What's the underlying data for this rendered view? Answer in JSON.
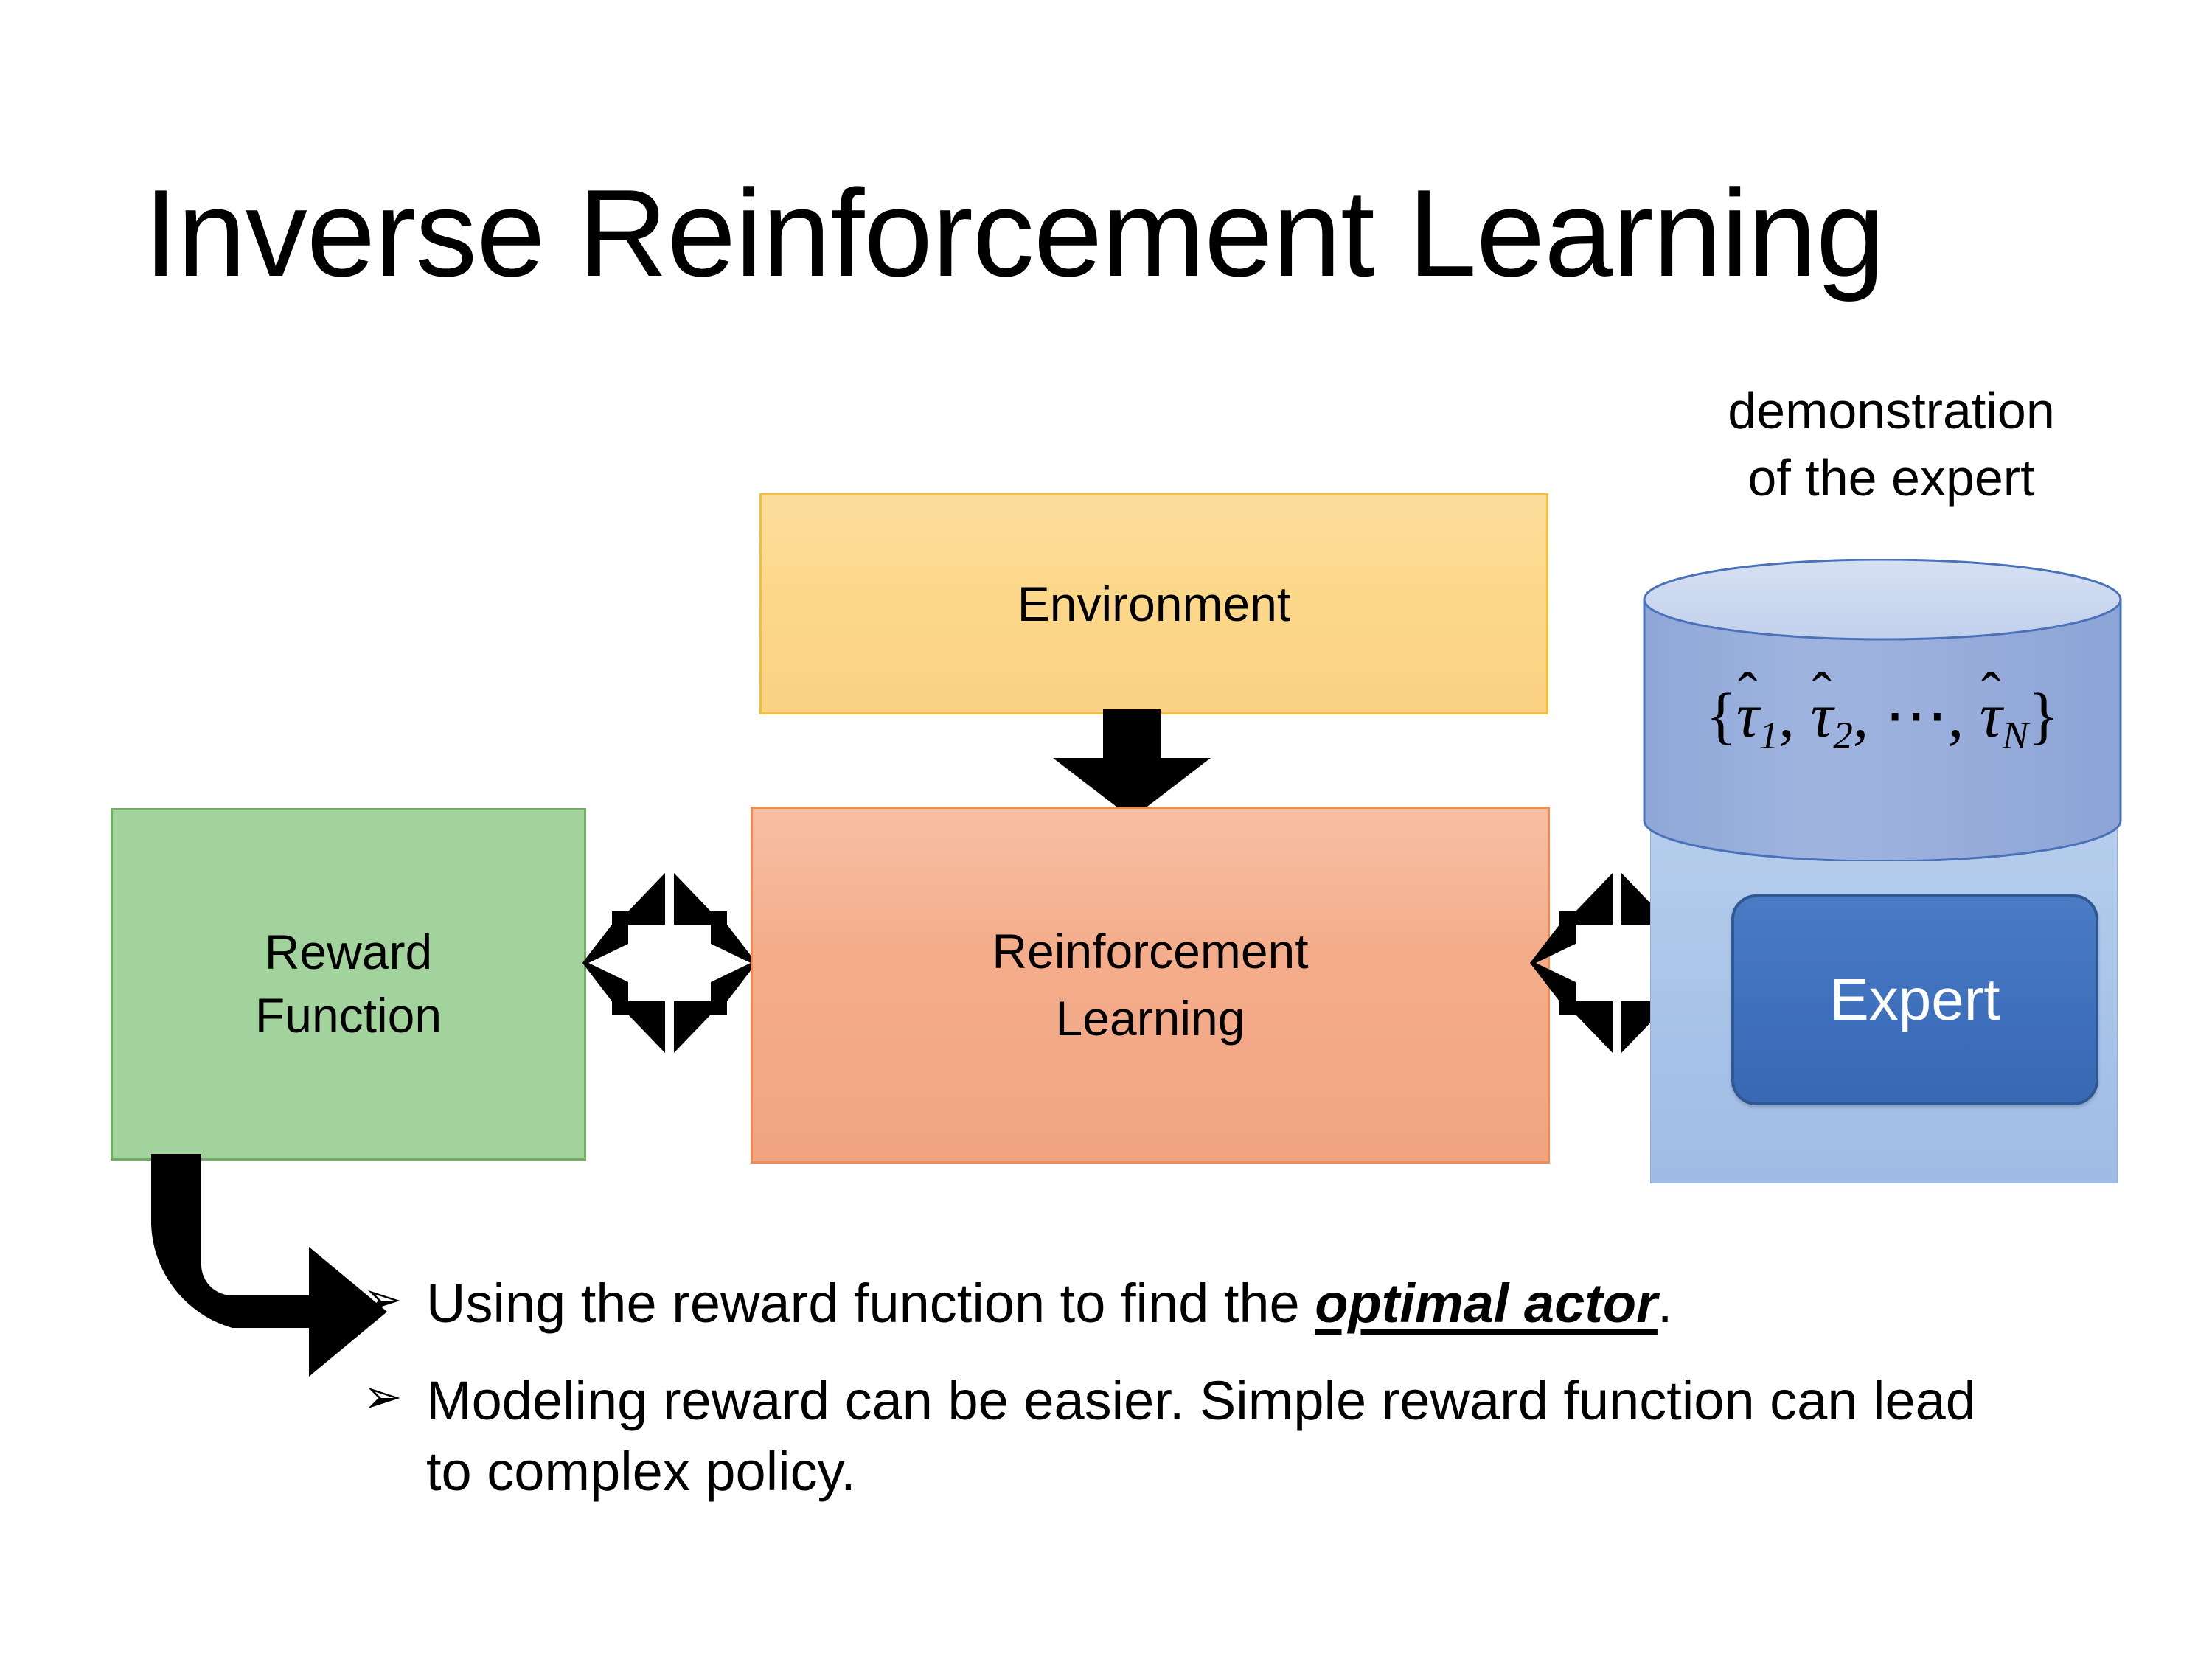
{
  "slide": {
    "title": "Inverse Reinforcement Learning",
    "background_color": "#FFFFFF"
  },
  "diagram": {
    "environment_box": {
      "label": "Environment",
      "fill": "#FCD88B",
      "border": "#F2C038"
    },
    "reward_function_box": {
      "label_line1": "Reward",
      "label_line2": "Function",
      "fill": "#A3D39C",
      "border": "#70AD63"
    },
    "reinforcement_learning_box": {
      "label_line1": "Reinforcement",
      "label_line2": "Learning",
      "fill": "#F4AD8B",
      "border": "#EE8B52"
    },
    "demonstration_label": {
      "line1": "demonstration",
      "line2": "of the expert"
    },
    "demonstration_cylinder": {
      "math_open": "{",
      "tau": "τ",
      "hat": "̂",
      "sub1": "1",
      "sub2": "2",
      "subN": "N",
      "comma": ",",
      "ellipsis": "⋯",
      "math_close": "}",
      "fill_body": "#9BB0DD",
      "fill_top": "#CDD9EF",
      "border": "#4A72B8"
    },
    "expert_panel": {
      "fill": "#A8C3E8",
      "border": "#8FB0DF"
    },
    "expert_button": {
      "label": "Expert",
      "fill": "#3E6FBC",
      "border": "#2E5893",
      "text_color": "#FFFFFF"
    },
    "arrows": {
      "environment_to_rl": "down-arrow",
      "reward_rl_bidirectional": "quad-arrow",
      "rl_expert_bidirectional": "quad-arrow",
      "reward_to_bullet": "elbow-arrow",
      "color": "#000000"
    }
  },
  "bullets": [
    {
      "marker": "➢",
      "text_before": "Using the reward function to find the ",
      "highlight": "optimal actor",
      "text_after": "."
    },
    {
      "marker": "➢",
      "text_before": "Modeling reward can be easier. Simple reward function can lead to complex policy.",
      "highlight": "",
      "text_after": ""
    }
  ]
}
